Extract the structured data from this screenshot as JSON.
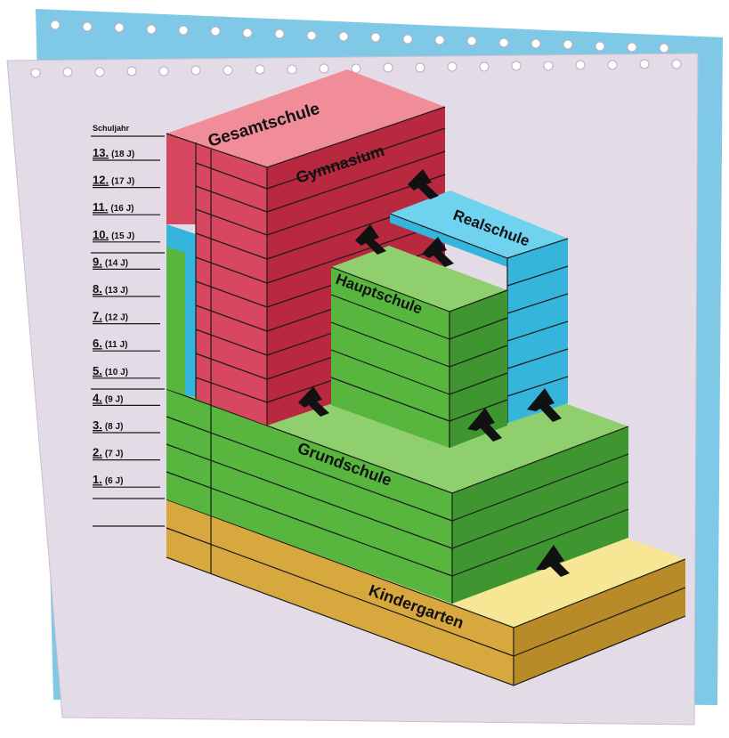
{
  "schooljahr_header": "Schuljahr",
  "years": [
    {
      "num": "13.",
      "age": "(18 J)"
    },
    {
      "num": "12.",
      "age": "(17 J)"
    },
    {
      "num": "11.",
      "age": "(16 J)"
    },
    {
      "num": "10.",
      "age": "(15 J)"
    },
    {
      "num": "9.",
      "age": "(14 J)"
    },
    {
      "num": "8.",
      "age": "(13 J)"
    },
    {
      "num": "7.",
      "age": "(12 J)"
    },
    {
      "num": "6.",
      "age": "(11 J)"
    },
    {
      "num": "5.",
      "age": "(10 J)"
    },
    {
      "num": "4.",
      "age": "(9 J)"
    },
    {
      "num": "3.",
      "age": "(8 J)"
    },
    {
      "num": "2.",
      "age": "(7 J)"
    },
    {
      "num": "1.",
      "age": "(6 J)"
    }
  ],
  "blocks": {
    "gesamtschule": "Gesamtschule",
    "gymnasium": "Gymnasium",
    "realschule": "Realschule",
    "hauptschule": "Hauptschule",
    "grundschule": "Grundschule",
    "kindergarten": "Kindergarten"
  },
  "colors": {
    "paper_back": "#7fc8e6",
    "paper_front": "#e3dbe6",
    "red_top": "#f08d98",
    "red_front": "#d84760",
    "red_side": "#b8283f",
    "blue_top": "#6fd2ee",
    "blue_front": "#35b5dc",
    "green_top": "#8fcf6d",
    "green_front": "#58b63e",
    "green_side": "#3f9630",
    "yellow_top": "#f7e795",
    "yellow_front": "#d7a83e"
  }
}
